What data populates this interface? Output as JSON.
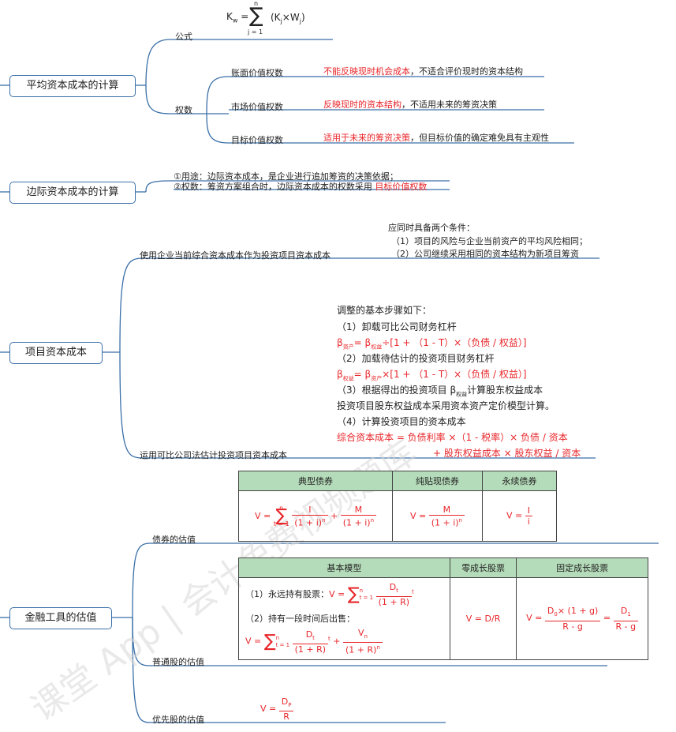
{
  "formula_kw": {
    "lhs": "K",
    "lhs_sub": "w",
    "eq": "=",
    "sum_top": "n",
    "sum_bottom": "j = 1",
    "term": "(K",
    "term_sub1": "j",
    "times": "×W",
    "term_sub2": "j",
    "close": ")"
  },
  "nodes": {
    "avg": "平均资本成本的计算",
    "marginal": "边际资本成本的计算",
    "project": "项目资本成本",
    "financial": "金融工具的估值"
  },
  "avg": {
    "formula_label": "公式",
    "weights_label": "权数",
    "book": {
      "label": "账面价值权数",
      "red": "不能反映现时机会成本",
      "rest": "，不适合评价现时的资本结构"
    },
    "market": {
      "label": "市场价值权数",
      "red": "反映现时的资本结构",
      "rest": "，不适用未来的筹资决策"
    },
    "target": {
      "label": "目标价值权数",
      "red": "适用于未来的筹资决策",
      "rest": "，但目标价值的确定难免具有主观性"
    }
  },
  "marginal": {
    "line1": "①用途：边际资本成本，是企业进行追加筹资的决策依据；",
    "line2": "②权数：筹资方案组合时，边际资本成本的权数采用",
    "line2_red": "目标价值权数"
  },
  "project": {
    "use_current": "使用企业当前综合资本成本作为投资项目资本成本",
    "cond_title": "应同时具备两个条件：",
    "cond1": "（1）项目的风险与企业当前资产的平均风险相同；",
    "cond2": "（2）公司继续采用相同的资本结构为新项目筹资",
    "comparable": "运用可比公司法估计投资项目资本成本",
    "steps_title": "调整的基本步骤如下：",
    "step1": "（1）卸载可比公司财务杠杆",
    "f1_a": "β",
    "f1_a_sub": "资产",
    "f1_b": "= β",
    "f1_b_sub": "权益",
    "f1_c": "÷[1 + （1 - T）×（负债 / 权益）]",
    "step2": "（2）加载待估计的投资项目财务杠杆",
    "f2_a": "β",
    "f2_a_sub": "权益",
    "f2_b": "= β",
    "f2_b_sub": "资产",
    "f2_c": "×[1 + （1 - T）×（负债 / 权益）]",
    "step3_a": "（3）根据得出的投资项目 β",
    "step3_sub": "权益",
    "step3_b": "计算股东权益成本",
    "step3_line2": "投资项目股东权益成本采用资本资产定价模型计算。",
    "step4": "（4）计算投资项目的资本成本",
    "f4_line1": "综合资本成本 = 负债利率 ×（1 - 税率）× 负债 / 资本",
    "f4_line2": "+ 股东权益成本 × 股东权益 / 资本"
  },
  "bond": {
    "label": "债券的估值",
    "headers": [
      "典型债券",
      "纯贴现债券",
      "永续债券"
    ],
    "typical": {
      "v": "V =",
      "sum_top": "n",
      "sum_bottom": "t = 1",
      "num1": "I",
      "den1": "(1 + i)",
      "exp": "n",
      "plus": "+",
      "num2": "M",
      "den2": "(1 + i)",
      "exp2": "n"
    },
    "discount": {
      "v": "V =",
      "num": "M",
      "den": "(1 + i)",
      "exp": "n"
    },
    "perpetual": {
      "v": "V =",
      "num": "I",
      "den": "i"
    }
  },
  "stock": {
    "label": "普通股的估值",
    "headers": [
      "基本模型",
      "零成长股票",
      "固定成长股票"
    ],
    "basic": {
      "case1": "（1）永远持有股票：",
      "case1_v": "V =",
      "sum_top": "n",
      "sum_bottom": "t = 1",
      "c1_num": "D",
      "c1_num_sub": "t",
      "c1_den": "(1 + R)",
      "c1_exp": "t",
      "case2": "（2）持有一段时间后出售：",
      "case2_v": "V =",
      "c2_num": "D",
      "c2_num_sub": "t",
      "c2_den": "(1 + R)",
      "c2_exp": "t",
      "plus": "+",
      "c2_num2": "V",
      "c2_num2_sub": "n",
      "c2_den2": "(1 + R)",
      "c2_exp2": "n"
    },
    "zero": "V = D/R",
    "growth": {
      "v": "V =",
      "num1": "D",
      "num1_sub": "0",
      "num1_rest": "× (1 + g)",
      "den1": "R - g",
      "eq": "=",
      "num2": "D",
      "num2_sub": "1",
      "den2": "R - g"
    }
  },
  "preferred": {
    "label": "优先股的估值",
    "v": "V =",
    "num": "D",
    "num_sub": "P",
    "den": "R"
  },
  "watermark": "课堂 App | 会计免费视频题库",
  "colors": {
    "red": "#e8262a",
    "line": "#3a6fa8",
    "header": "#b5dcba"
  }
}
